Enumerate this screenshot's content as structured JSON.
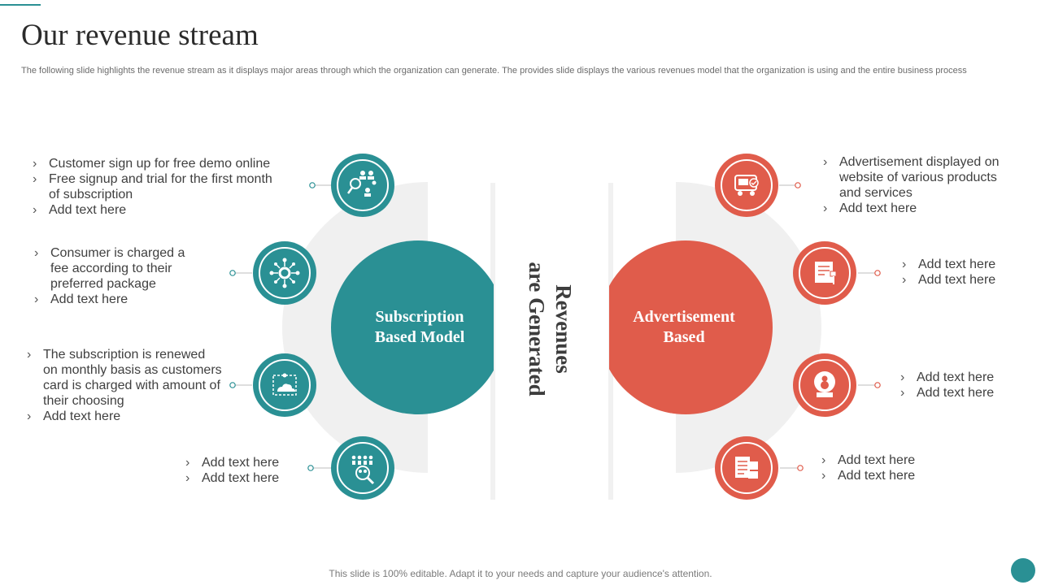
{
  "header": {
    "title": "Our revenue stream",
    "subtitle": "The following slide highlights the revenue stream as it displays major areas through which the organization can generate. The provides slide displays the various revenues model that the organization is using and the entire business process"
  },
  "center": {
    "line1": "Revenues",
    "line2": "are Generated"
  },
  "subscription": {
    "label_line1": "Subscription",
    "label_line2": "Based Model",
    "color": "#2a9094",
    "items": [
      {
        "icon": "people-search-network-icon",
        "lines": [
          "Customer sign up for free demo online",
          "Free signup and trial for the first month of subscription",
          "Add text here"
        ]
      },
      {
        "icon": "gear-network-icon",
        "lines": [
          "Consumer is charged a fee according to their preferred package",
          "Add text here"
        ]
      },
      {
        "icon": "cloud-sync-icon",
        "lines": [
          "The subscription is renewed on monthly  basis as customers card is charged with amount of their choosing",
          "Add text here"
        ]
      },
      {
        "icon": "team-search-icon",
        "lines": [
          "Add text here",
          "Add text here"
        ]
      }
    ]
  },
  "advertisement": {
    "label_line1": "Advertisement",
    "label_line2": "Based",
    "color": "#e05c4b",
    "items": [
      {
        "icon": "truck-ad-icon",
        "lines": [
          "Advertisement displayed on website of various products and services",
          "Add text here"
        ]
      },
      {
        "icon": "billboard-icon",
        "lines": [
          "Add text here",
          "Add text here"
        ]
      },
      {
        "icon": "snow-globe-icon",
        "lines": [
          "Add text here",
          "Add text here"
        ]
      },
      {
        "icon": "shopping-list-icon",
        "lines": [
          "Add text here",
          "Add text here"
        ]
      }
    ]
  },
  "footer": {
    "text": "This slide is 100% editable. Adapt it to your needs and capture your audience's attention."
  }
}
